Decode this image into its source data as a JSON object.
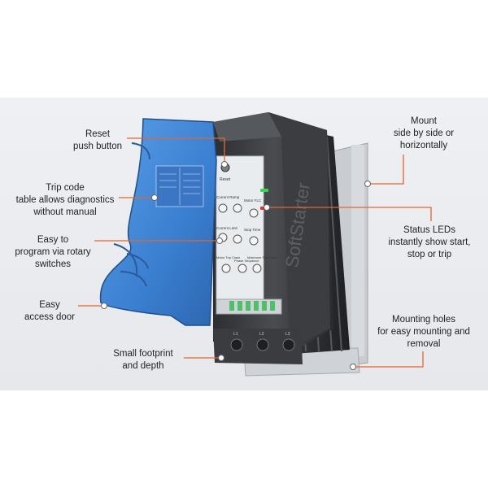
{
  "colors": {
    "background": "#ffffff",
    "band": "#e8eaee",
    "callout": "#e8652a",
    "door_blue": "#3f86d6",
    "body_dark": "#3a3c40",
    "led_green": "#39d84a",
    "led_red": "#e53030"
  },
  "callouts": [
    {
      "id": "reset",
      "lines": [
        "Reset",
        "push button"
      ]
    },
    {
      "id": "trip-code",
      "lines": [
        "Trip code",
        "table allows diagnostics",
        "without manual"
      ]
    },
    {
      "id": "rotary",
      "lines": [
        "Easy to",
        "program via rotary",
        "switches"
      ]
    },
    {
      "id": "door",
      "lines": [
        "Easy",
        "access door"
      ]
    },
    {
      "id": "footprint",
      "lines": [
        "Small footprint",
        "and depth"
      ]
    },
    {
      "id": "mount",
      "lines": [
        "Mount",
        "side by side or",
        "horizontally"
      ]
    },
    {
      "id": "leds",
      "lines": [
        "Status LEDs",
        "instantly show start,",
        "stop or trip"
      ]
    },
    {
      "id": "holes",
      "lines": [
        "Mounting holes",
        "for easy mounting and",
        "removal"
      ]
    }
  ],
  "device": {
    "brand_text": "SoftStarter",
    "panel_labels": [
      "Reset",
      "Current Ramp",
      "Motor FLC",
      "Current Limit",
      "Stop Time",
      "Motor Trip Class",
      "Phase Sequence",
      "Maximum Start Time"
    ],
    "terminal_labels": [
      "L1",
      "L2",
      "L3"
    ]
  }
}
